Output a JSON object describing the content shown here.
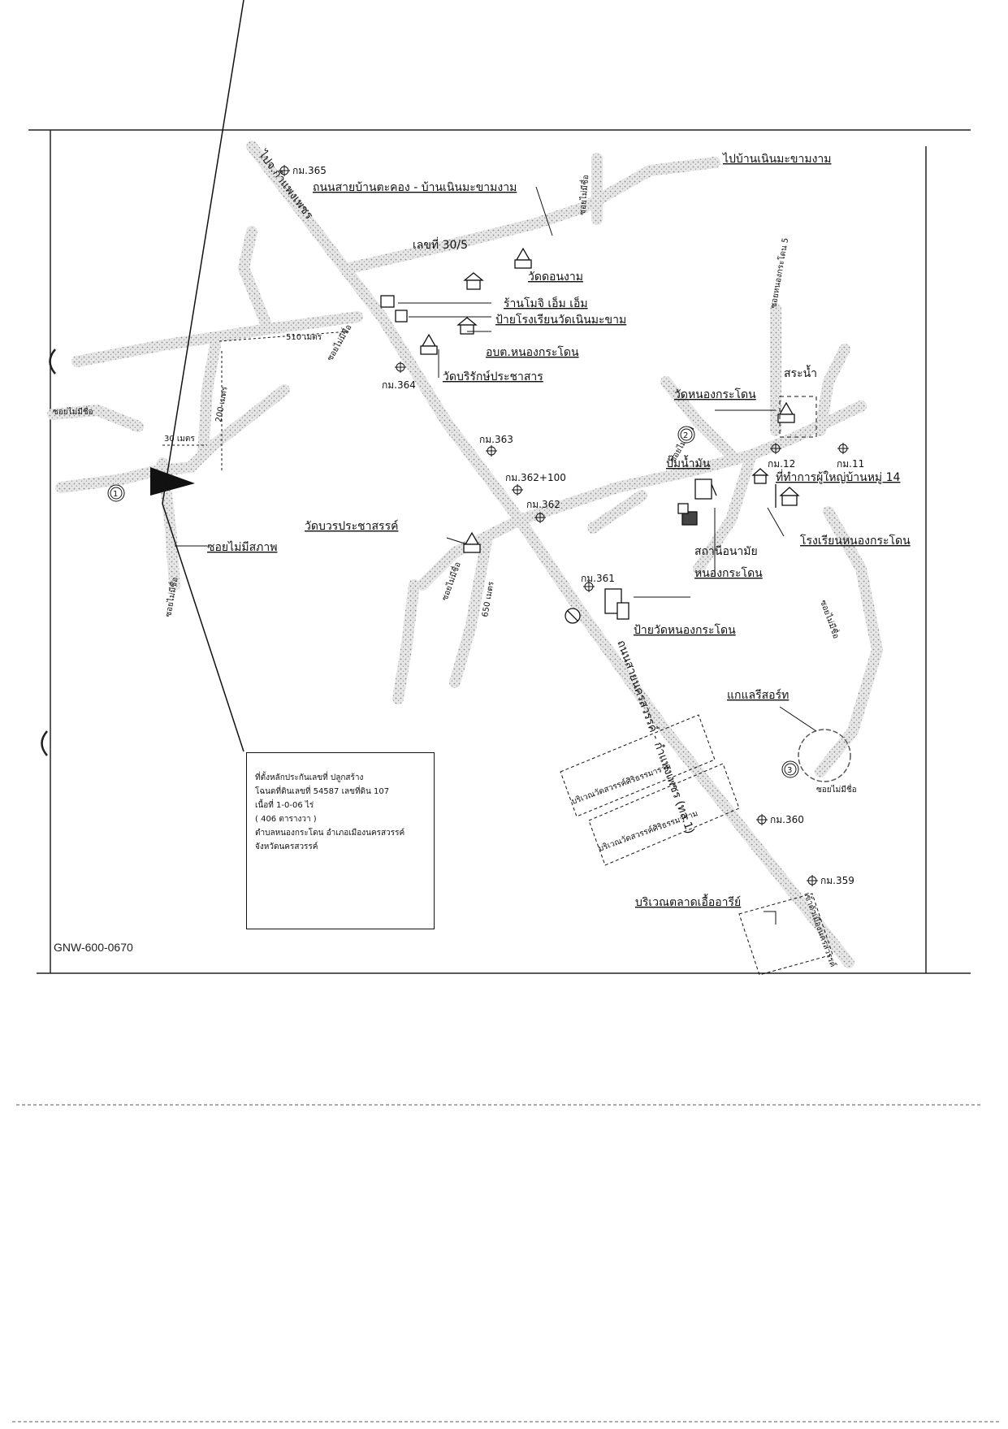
{
  "map": {
    "code": "GNW-600-0670",
    "km_markers": [
      "กม.365",
      "กม.364",
      "กม.363",
      "กม.362+100",
      "กม.362",
      "กม.361",
      "กม.360",
      "กม.359",
      "กม.12",
      "กม.11"
    ],
    "roads": {
      "main_highway": "ไปจ.กำแพงเพชร",
      "main_highway_south": "ถนนสายนครสวรรค์ - กำแพงเพชร (ทล.1)",
      "road_daklong": "ถนนสายบ้านตะคอง - บ้านเนินมะขามงาม",
      "to_noen_makham": "ไปบ้านเนินมะขามงาม",
      "soi_nongkrado_5": "ซอยหนองกระโดน 5",
      "soi_no_name": "ซอยไม่มีชื่อ",
      "soi_bad": "ซอยไม่มีสภาพ",
      "to_nakhon_sawan": "เข้าตัวเมืองนครสวรรค์"
    },
    "distances": [
      "510 เมตร",
      "30 เมตร",
      "200 เมตร",
      "650 เมตร"
    ],
    "landmarks": {
      "house_30_5": "เลขที่ 30/5",
      "wat_don_ngam": "วัดดอนงาม",
      "shop_momo": "ร้านโมจิ เอ็ม เอ็ม",
      "school_sign": "ป้ายโรงเรียนวัดเนินมะขาม",
      "obt": "อบต.หนองกระโดน",
      "wat_boriruk": "วัดบริรักษ์ประชาสาร",
      "wat_nongkrado": "วัดหนองกระโดน",
      "pond": "สระน้ำ",
      "gas_station": "ปั๊มน้ำมัน",
      "village_head": "ที่ทำการผู้ใหญ่บ้านหมู่ 14",
      "school_nongkrado": "โรงเรียนหนองกระโดน",
      "health_station_1": "สถานีอนามัย",
      "health_station_2": "หนองกระโดน",
      "wat_bowon": "วัดบวรประชาสรรค์",
      "wat_sign": "ป้ายวัดหนองกระโดน",
      "resort": "แกแลรีสอร์ท",
      "temple_area_1": "บริเวณวัดสวรรค์ศิริธรรมาราม",
      "temple_area_2": "บริเวณวัดสวรรค์ศิริธรรมาราม",
      "market_area": "บริเวณตลาดเอื้ออารีย์"
    },
    "points": [
      "1",
      "2",
      "3"
    ]
  },
  "info_box": {
    "line1": "ที่ตั้งหลักประกันเลขที่ ปลูกสร้าง",
    "line2": "โฉนดที่ดินเลขที่ 54587 เลขที่ดิน 107",
    "line3": "เนื้อที่ 1-0-06 ไร่",
    "line4": "( 406 ตารางวา )",
    "line5": "ตำบลหนองกระโดน   อำเภอเมืองนครสวรรค์",
    "line6": "จังหวัดนครสวรรค์"
  }
}
